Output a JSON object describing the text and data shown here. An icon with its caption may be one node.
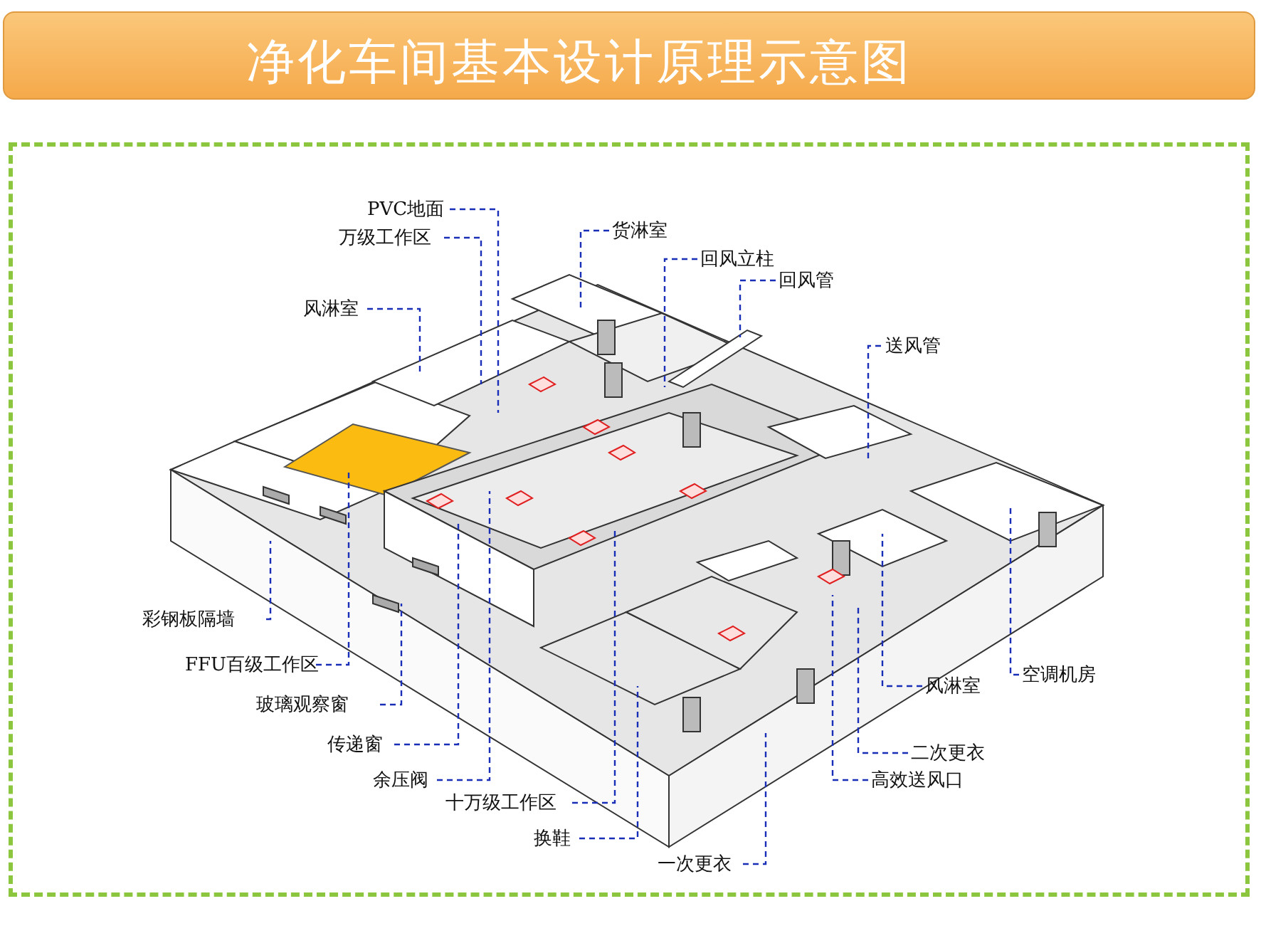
{
  "diagram": {
    "title": "净化车间基本设计原理示意图",
    "nodes": [
      {
        "text": [
          "PVC地面"
        ]
      },
      {
        "text": [
          "万级工作区"
        ]
      },
      {
        "text": [
          "风淋室"
        ]
      },
      {
        "text": [
          "货淋室"
        ]
      },
      {
        "text": [
          "回风立柱"
        ]
      },
      {
        "text": [
          "回风管"
        ]
      },
      {
        "text": [
          "送风管"
        ]
      },
      {
        "text": [
          "彩钢板隔墙"
        ]
      },
      {
        "text": [
          "FFU百级工作区"
        ]
      },
      {
        "text": [
          "玻璃观察窗"
        ]
      },
      {
        "text": [
          "传递窗"
        ]
      },
      {
        "text": [
          "余压阀"
        ]
      },
      {
        "text": [
          "十万级工作区"
        ]
      },
      {
        "text": [
          "换鞋"
        ]
      },
      {
        "text": [
          "一次更衣"
        ]
      },
      {
        "text": [
          "风淋室"
        ]
      },
      {
        "text": [
          "空调机房"
        ]
      },
      {
        "text": [
          "二次更衣"
        ]
      },
      {
        "text": [
          "高效送风口"
        ]
      }
    ],
    "edges": [
      {
        "from": 0,
        "to": null,
        "arrow": "none",
        "style": "dashed"
      },
      {
        "from": 1,
        "to": null,
        "arrow": "none",
        "style": "dashed"
      },
      {
        "from": 2,
        "to": null,
        "arrow": "none",
        "style": "dashed"
      },
      {
        "from": 3,
        "to": null,
        "arrow": "none",
        "style": "dashed"
      },
      {
        "from": 4,
        "to": null,
        "arrow": "none",
        "style": "dashed"
      },
      {
        "from": 5,
        "to": null,
        "arrow": "none",
        "style": "dashed"
      },
      {
        "from": 6,
        "to": null,
        "arrow": "none",
        "style": "dashed"
      },
      {
        "from": 7,
        "to": null,
        "arrow": "none",
        "style": "dashed"
      },
      {
        "from": 8,
        "to": null,
        "arrow": "none",
        "style": "dashed"
      },
      {
        "from": 9,
        "to": null,
        "arrow": "none",
        "style": "dashed"
      },
      {
        "from": 10,
        "to": null,
        "arrow": "none",
        "style": "dashed"
      },
      {
        "from": 11,
        "to": null,
        "arrow": "none",
        "style": "dashed"
      },
      {
        "from": 12,
        "to": null,
        "arrow": "none",
        "style": "dashed"
      },
      {
        "from": 13,
        "to": null,
        "arrow": "none",
        "style": "dashed"
      },
      {
        "from": 14,
        "to": null,
        "arrow": "none",
        "style": "dashed"
      },
      {
        "from": 15,
        "to": null,
        "arrow": "none",
        "style": "dashed"
      },
      {
        "from": 16,
        "to": null,
        "arrow": "none",
        "style": "dashed"
      },
      {
        "from": 17,
        "to": null,
        "arrow": "none",
        "style": "dashed"
      },
      {
        "from": 18,
        "to": null,
        "arrow": "none",
        "style": "dashed"
      }
    ]
  }
}
